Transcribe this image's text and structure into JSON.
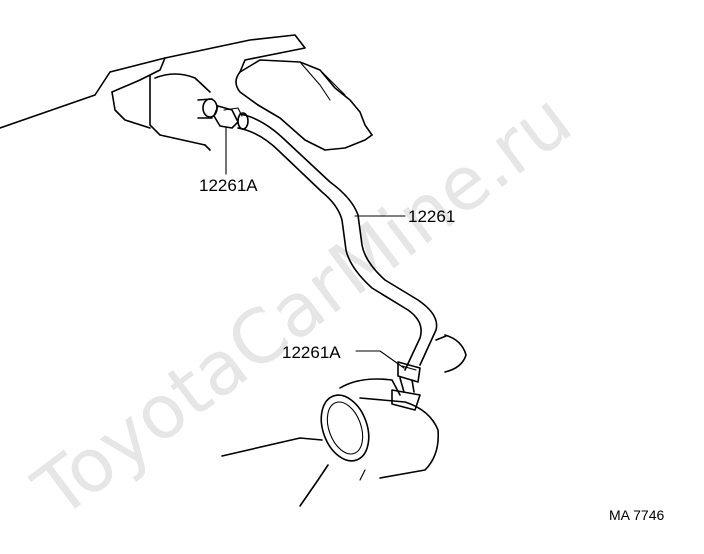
{
  "watermark": "ToyotaCarMine.ru",
  "callouts": {
    "clamp_upper": "12261A",
    "hose": "12261",
    "clamp_lower": "12261A"
  },
  "figure_code": "MA 7746",
  "colors": {
    "line": "#000000",
    "watermark": "#e6e6e6",
    "background": "#ffffff"
  }
}
